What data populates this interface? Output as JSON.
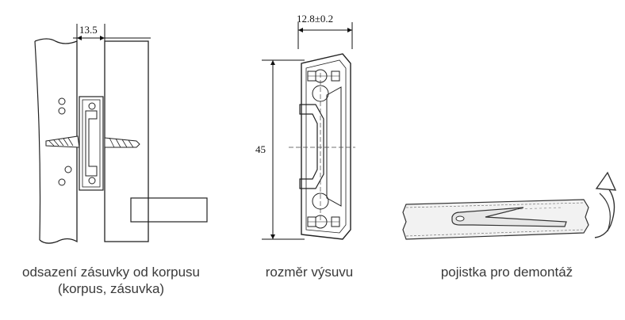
{
  "panels": [
    {
      "id": "offset",
      "dimension_label": "13.5",
      "caption_line1": "odsazení zásuvky od korpusu",
      "caption_line2": "(korpus, zásuvka)"
    },
    {
      "id": "size",
      "dimension_top": "12.8±0.2",
      "dimension_side": "45",
      "caption_line1": "rozměr výsuvu"
    },
    {
      "id": "lock",
      "caption_line1": "pojistka pro demontáž"
    }
  ]
}
